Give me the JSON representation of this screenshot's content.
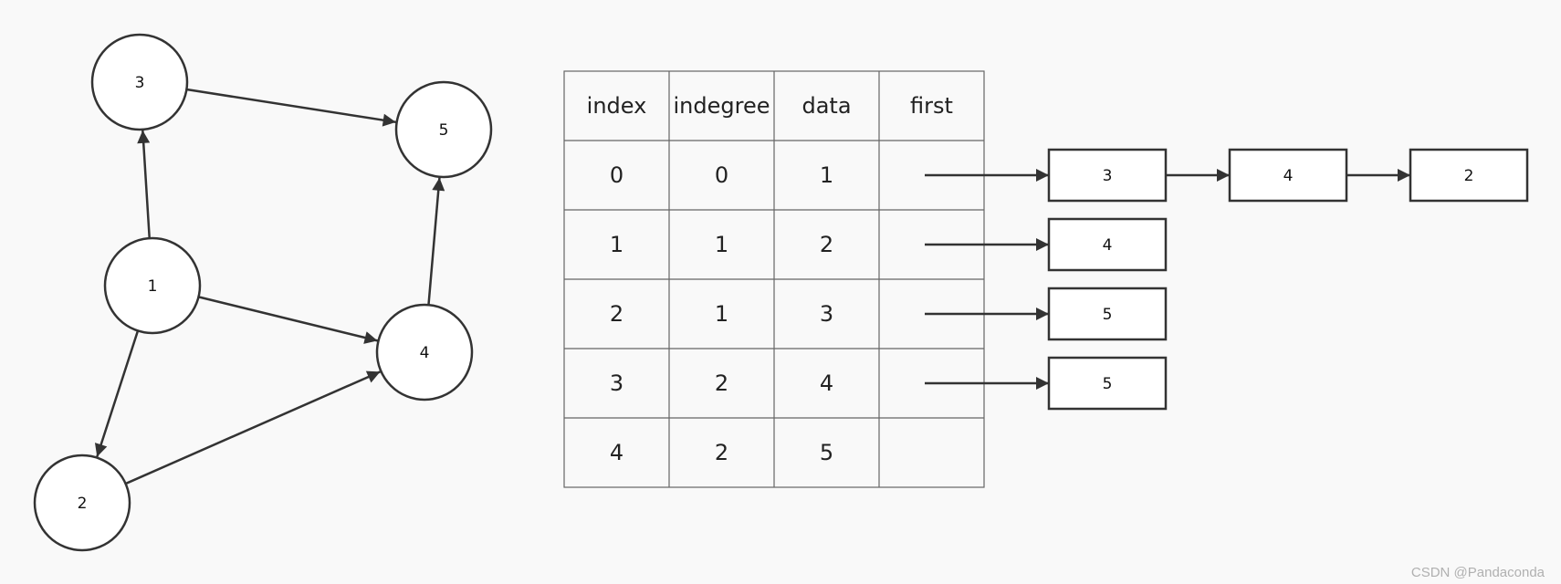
{
  "graph": {
    "nodes": [
      {
        "id": "1",
        "label": "1"
      },
      {
        "id": "2",
        "label": "2"
      },
      {
        "id": "3",
        "label": "3"
      },
      {
        "id": "4",
        "label": "4"
      },
      {
        "id": "5",
        "label": "5"
      }
    ],
    "edges": [
      {
        "from": "1",
        "to": "3"
      },
      {
        "from": "1",
        "to": "4"
      },
      {
        "from": "1",
        "to": "2"
      },
      {
        "from": "2",
        "to": "4"
      },
      {
        "from": "3",
        "to": "5"
      },
      {
        "from": "4",
        "to": "5"
      }
    ]
  },
  "table": {
    "headers": [
      "index",
      "indegree",
      "data",
      "first"
    ],
    "rows": [
      {
        "index": "0",
        "indegree": "0",
        "data": "1",
        "first": ""
      },
      {
        "index": "1",
        "indegree": "1",
        "data": "2",
        "first": ""
      },
      {
        "index": "2",
        "indegree": "1",
        "data": "3",
        "first": ""
      },
      {
        "index": "3",
        "indegree": "2",
        "data": "4",
        "first": ""
      },
      {
        "index": "4",
        "indegree": "2",
        "data": "5",
        "first": ""
      }
    ]
  },
  "adjacency_lists": [
    [
      "3",
      "4",
      "2"
    ],
    [
      "4"
    ],
    [
      "5"
    ],
    [
      "5"
    ],
    []
  ],
  "watermark": "CSDN @Pandaconda",
  "colors": {
    "background": "#f9f9f9",
    "stroke": "#333333",
    "table_border": "#666666",
    "watermark": "#b0b0b0"
  }
}
